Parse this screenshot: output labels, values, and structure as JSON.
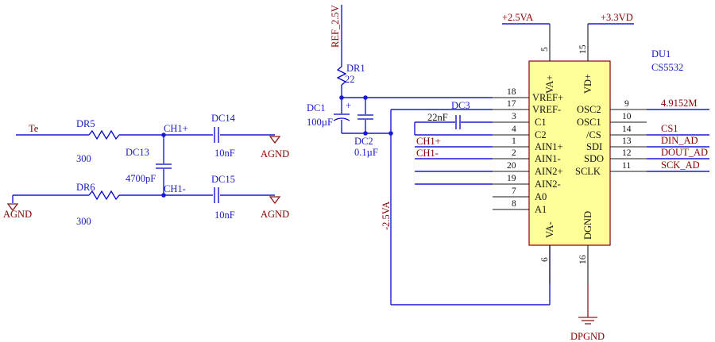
{
  "ic": {
    "designator": "DU1",
    "part": "CS5532",
    "left_pins": [
      {
        "num": "18",
        "name": "VREF+"
      },
      {
        "num": "17",
        "name": "VREF-"
      },
      {
        "num": "3",
        "name": "C1"
      },
      {
        "num": "4",
        "name": "C2"
      },
      {
        "num": "1",
        "name": "AIN1+"
      },
      {
        "num": "2",
        "name": "AIN1-"
      },
      {
        "num": "20",
        "name": "AIN2+"
      },
      {
        "num": "19",
        "name": "AIN2-"
      },
      {
        "num": "7",
        "name": "A0"
      },
      {
        "num": "8",
        "name": "A1"
      }
    ],
    "right_pins": [
      {
        "num": "9",
        "name": "OSC2"
      },
      {
        "num": "10",
        "name": "OSC1"
      },
      {
        "num": "14",
        "name": "/CS"
      },
      {
        "num": "13",
        "name": "SDI"
      },
      {
        "num": "12",
        "name": "SDO"
      },
      {
        "num": "11",
        "name": "SCLK"
      }
    ],
    "top_pins": [
      {
        "num": "5",
        "name": "VA+"
      },
      {
        "num": "15",
        "name": "VD+"
      }
    ],
    "bottom_pins": [
      {
        "num": "6",
        "name": "VA-"
      },
      {
        "num": "16",
        "name": "DGND"
      }
    ]
  },
  "nets": {
    "te": "Te",
    "ch1p": "CH1+",
    "ch1n": "CH1-",
    "agnd": "AGND",
    "dpgnd": "DPGND",
    "va_plus": "+2.5VA",
    "vd_plus": "+3.3VD",
    "va_minus": "-2.5VA",
    "ref": "REF_2.5V",
    "osc": "4.9152M",
    "cs": "CS1",
    "din": "DIN_AD",
    "dout": "DOUT_AD",
    "sck": "SCK_AD"
  },
  "parts": {
    "dr5": {
      "ref": "DR5",
      "value": "300"
    },
    "dr6": {
      "ref": "DR6",
      "value": "300"
    },
    "dr1": {
      "ref": "DR1",
      "value": "22"
    },
    "dc13": {
      "ref": "DC13",
      "value": "4700pF"
    },
    "dc14": {
      "ref": "DC14",
      "value": "10nF"
    },
    "dc15": {
      "ref": "DC15",
      "value": "10nF"
    },
    "dc1": {
      "ref": "DC1",
      "value": "100µF",
      "polarity": "+"
    },
    "dc2": {
      "ref": "DC2",
      "value": "0.1µF"
    },
    "dc3": {
      "ref": "DC3",
      "value": "22nF"
    }
  },
  "colors": {
    "wire": "#1a1ad6",
    "net_label": "#8b0000",
    "part_label": "#1a1acc",
    "ic_fill": "#ffff9a",
    "ic_border": "#8b0000"
  }
}
